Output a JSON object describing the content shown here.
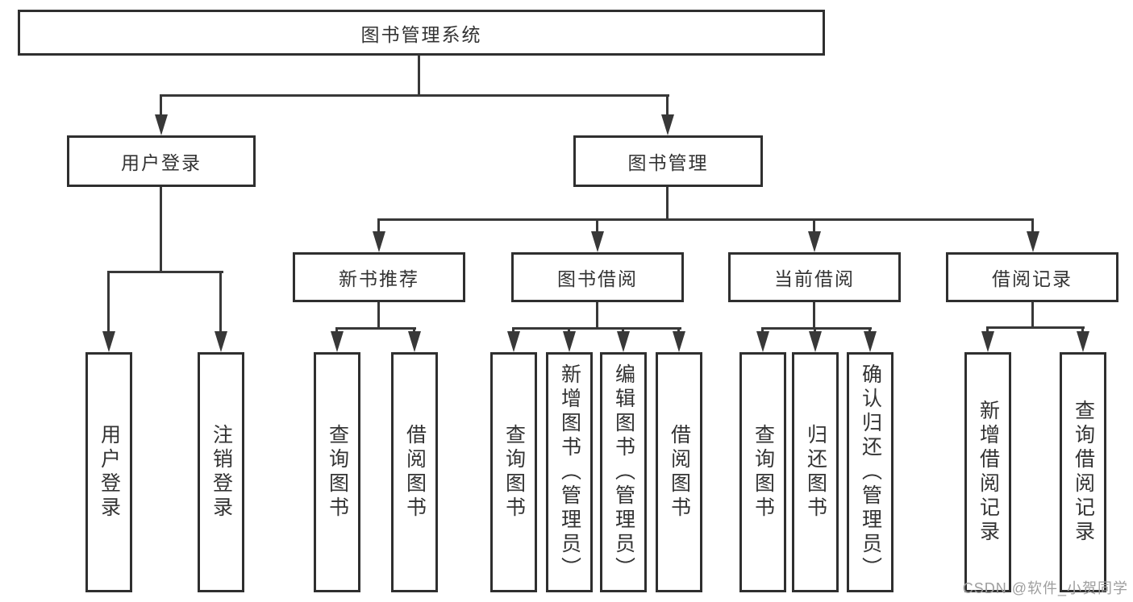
{
  "diagram": {
    "title": "图书管理系统",
    "level2": [
      {
        "label": "用户登录"
      },
      {
        "label": "图书管理"
      }
    ],
    "level3": [
      {
        "label": "新书推荐",
        "parent": "图书管理"
      },
      {
        "label": "图书借阅",
        "parent": "图书管理"
      },
      {
        "label": "当前借阅",
        "parent": "图书管理"
      },
      {
        "label": "借阅记录",
        "parent": "图书管理"
      }
    ],
    "leaves": [
      {
        "label": "用户登录",
        "parent": "用户登录"
      },
      {
        "label": "注销登录",
        "parent": "用户登录"
      },
      {
        "label": "查询图书",
        "parent": "新书推荐"
      },
      {
        "label": "借阅图书",
        "parent": "新书推荐"
      },
      {
        "label": "查询图书",
        "parent": "图书借阅"
      },
      {
        "label": "新增图书（管理员）",
        "parent": "图书借阅"
      },
      {
        "label": "编辑图书（管理员）",
        "parent": "图书借阅"
      },
      {
        "label": "借阅图书",
        "parent": "图书借阅"
      },
      {
        "label": "查询图书",
        "parent": "当前借阅"
      },
      {
        "label": "归还图书",
        "parent": "当前借阅"
      },
      {
        "label": "确认归还（管理员）",
        "parent": "当前借阅"
      },
      {
        "label": "新增借阅记录",
        "parent": "借阅记录"
      },
      {
        "label": "查询借阅记录",
        "parent": "借阅记录"
      }
    ]
  },
  "watermark": {
    "text": "CSDN @软件_小贺同学"
  },
  "colors": {
    "line": "#383838",
    "box_border": "#2f2f2f",
    "text": "#333333",
    "watermark": "#9e9e9e",
    "background": "#ffffff"
  }
}
